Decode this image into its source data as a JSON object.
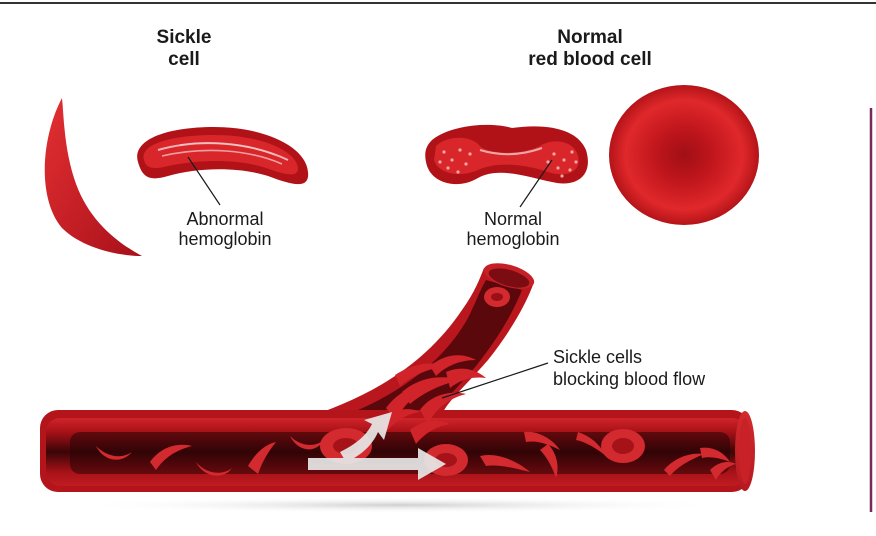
{
  "labels": {
    "sickle_title_1": "Sickle",
    "sickle_title_2": "cell",
    "normal_title_1": "Normal",
    "normal_title_2": "red blood cell",
    "abnormal_1": "Abnormal",
    "abnormal_2": "hemoglobin",
    "normal_hb_1": "Normal",
    "normal_hb_2": "hemoglobin",
    "blocking_1": "Sickle cells",
    "blocking_2": "blocking blood flow"
  },
  "colors": {
    "cell_red": "#c8161d",
    "cell_dark": "#8e0c12",
    "vessel_outer": "#b3151b",
    "vessel_inner": "#3a0507",
    "arrow": "#e8e8e8",
    "side_line": "#7a2a5a"
  }
}
